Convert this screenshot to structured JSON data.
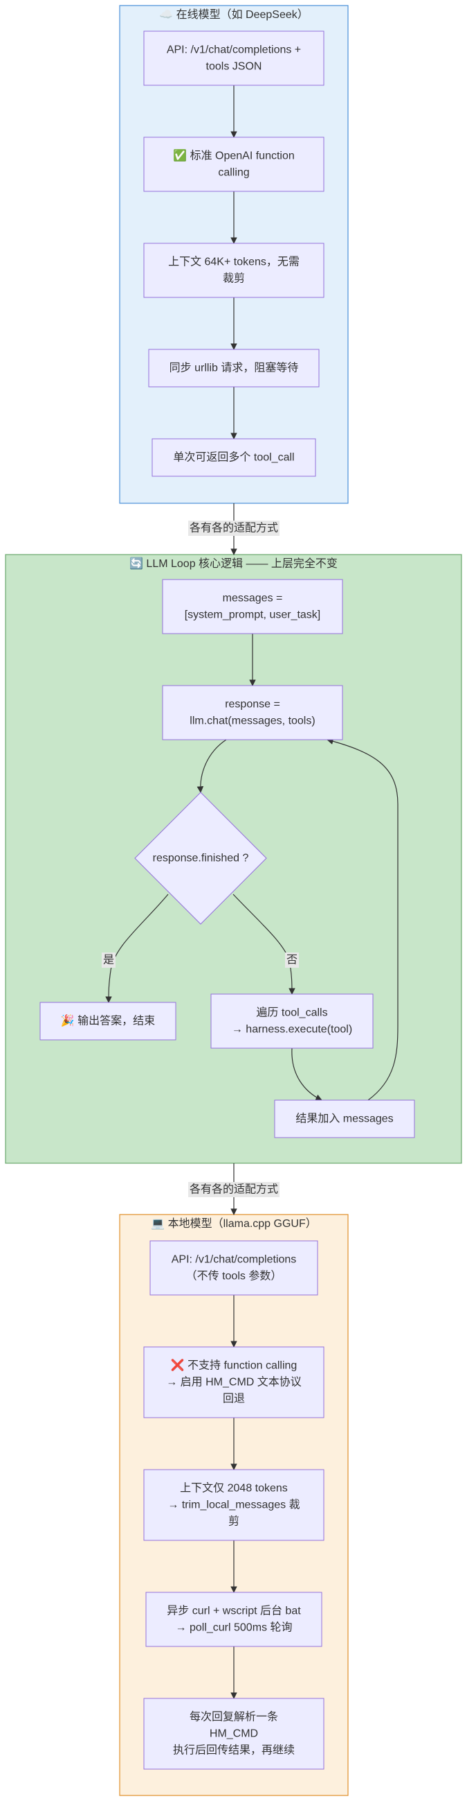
{
  "clusters": {
    "online": {
      "title": "☁️ 在线模型（如 DeepSeek）",
      "fill": "#e3f0fb",
      "stroke": "#4a90d9",
      "nodes": [
        [
          "API: /v1/chat/completions +",
          "tools JSON"
        ],
        [
          "✅ 标准 OpenAI function",
          "calling"
        ],
        [
          "上下文 64K+ tokens，无需",
          "裁剪"
        ],
        [
          "同步 urllib 请求，阻塞等待"
        ],
        [
          "单次可返回多个 tool_call"
        ]
      ]
    },
    "core": {
      "title": "🔄 LLM Loop 核心逻辑 —— 上层完全不变",
      "fill": "#c8e6c9",
      "stroke": "#6aa86e",
      "nodes": {
        "messages": [
          "messages =",
          "[system_prompt, user_task]"
        ],
        "response": [
          "response =",
          "llm.chat(messages, tools)"
        ],
        "decision": [
          "response.finished ?"
        ],
        "output": [
          "🎉 输出答案，结束"
        ],
        "iterate": [
          "遍历 tool_calls",
          "→ harness.execute(tool)"
        ],
        "append": [
          "结果加入 messages"
        ]
      },
      "edge_labels": {
        "yes": "是",
        "no": "否"
      }
    },
    "local": {
      "title": "💻 本地模型（llama.cpp GGUF）",
      "fill": "#fdf0dd",
      "stroke": "#e0902b",
      "nodes": [
        [
          "API: /v1/chat/completions",
          "（不传 tools 参数）"
        ],
        [
          "❌ 不支持 function calling",
          "→ 启用 HM_CMD 文本协议",
          "回退"
        ],
        [
          "上下文仅 2048 tokens",
          "→ trim_local_messages 裁",
          "剪"
        ],
        [
          "异步 curl + wscript 后台 bat",
          "→ poll_curl 500ms 轮询"
        ],
        [
          "每次回复解析一条",
          "HM_CMD",
          "执行后回传结果，再继续"
        ]
      ]
    }
  },
  "between_labels": [
    "各有各的适配方式",
    "各有各的适配方式"
  ],
  "colors": {
    "node_fill": "#ececff",
    "node_stroke": "#9370db",
    "edge": "#333333"
  }
}
